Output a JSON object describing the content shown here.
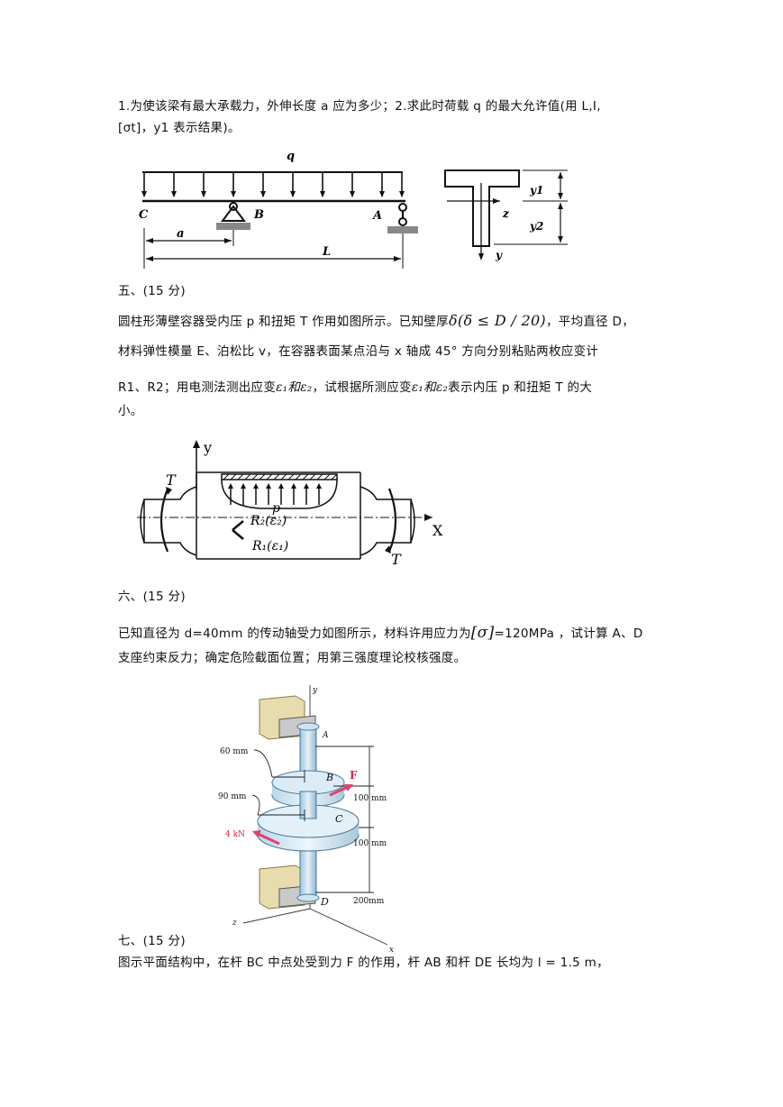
{
  "q4": {
    "text_line1": "1.为使该梁有最大承载力，外伸长度 a 应为多少；2.求此时荷载 q 的最大允许值(用 L,I,",
    "text_line2": "[σt]，y1 表示结果)。",
    "fig": {
      "q": "q",
      "C": "C",
      "B": "B",
      "A": "A",
      "a": "a",
      "L": "L",
      "y1": "y1",
      "y2": "y2",
      "z": "z",
      "y": "y"
    }
  },
  "q5": {
    "heading": "五、(15 分)",
    "line1_a": "圆柱形薄壁容器受内压 p 和扭矩 T 作用如图所示。已知壁厚",
    "line1_formula": "δ(δ ≤ D / 20)",
    "line1_b": "，平均直径 D，",
    "line2": "材料弹性模量 E、泊松比 v，在容器表面某点沿与 x 轴成 45° 方向分别粘贴两枚应变计",
    "line3_a": "R1、R2；用电测法测出应变",
    "line3_eps1": "ε₁和ε₂",
    "line3_b": "，试根据所测应变",
    "line3_eps2": "ε₁和ε₂",
    "line3_c": "表示内压 p 和扭矩 T 的大",
    "line4": "小。",
    "fig": {
      "y": "y",
      "x": "X",
      "T_left": "T",
      "T_right": "T",
      "p": "p",
      "R2": "R₂(ε₂)",
      "R1": "R₁(ε₁)"
    }
  },
  "q6": {
    "heading": "六、(15 分)",
    "line1_a": "已知直径为 d=40mm 的传动轴受力如图所示，材料许用应力为",
    "line1_sigma": "[σ]",
    "line1_b": "=120MPa ，试计算 A、D",
    "line2": "支座约束反力；确定危险截面位置；用第三强度理论校核强度。",
    "fig": {
      "y": "y",
      "A": "A",
      "B": "B",
      "C": "C",
      "D": "D",
      "F": "F",
      "z": "z",
      "x": "x",
      "d60": "60 mm",
      "d90": "90 mm",
      "force": "4 kN",
      "l100a": "100 mm",
      "l100b": "100 mm",
      "l200": "200mm"
    }
  },
  "q7": {
    "heading": "七、(15 分)",
    "line1": "图示平面结构中，在杆 BC 中点处受到力 F 的作用，杆 AB 和杆 DE 长均为 l = 1.5 m，"
  }
}
